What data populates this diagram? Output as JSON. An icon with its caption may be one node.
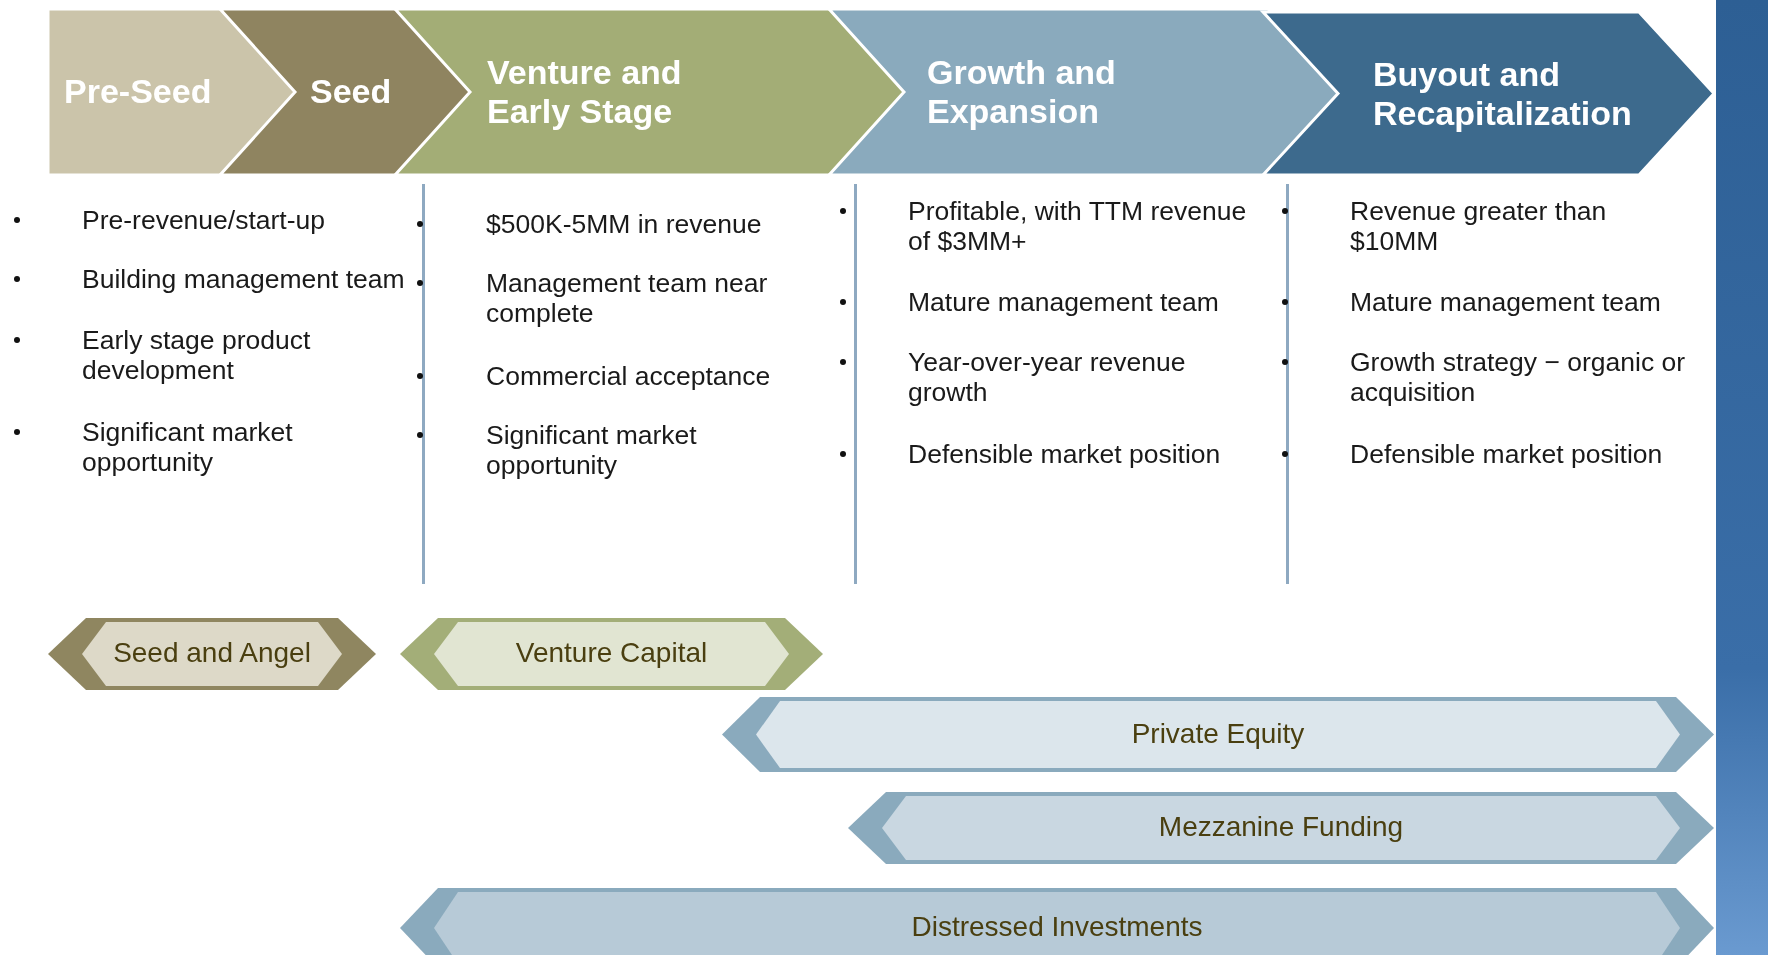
{
  "diagram": {
    "nodes": [
      {
        "text": [
          "Pre-Seed"
        ]
      },
      {
        "text": [
          "Seed"
        ]
      },
      {
        "text": [
          "Venture and Early Stage"
        ]
      },
      {
        "text": [
          "Growth and Expansion"
        ]
      },
      {
        "text": [
          "Buyout and Recapitalization"
        ]
      },
      {
        "text": [
          "Seed and Angel"
        ]
      },
      {
        "text": [
          "Venture Capital"
        ]
      },
      {
        "text": [
          "Private Equity"
        ]
      },
      {
        "text": [
          "Mezzanine Funding"
        ]
      },
      {
        "text": [
          "Distressed Investments"
        ]
      },
      {
        "text": [],
        "shape": "bar"
      }
    ],
    "edges": [],
    "labels": [
      "Pre-revenue/start-up",
      "Building management team",
      "Early stage product development",
      "Significant market opportunity",
      "$500K-5MM in revenue",
      "Management team near complete",
      "Commercial acceptance",
      "Significant market opportunity",
      "Profitable, with TTM revenue of $3MM+",
      "Mature management team",
      "Year-over-year revenue growth",
      "Defensible market position",
      "Revenue greater than $10MM",
      "Mature management team",
      "Growth strategy − organic or acquisition",
      "Defensible market position"
    ]
  }
}
